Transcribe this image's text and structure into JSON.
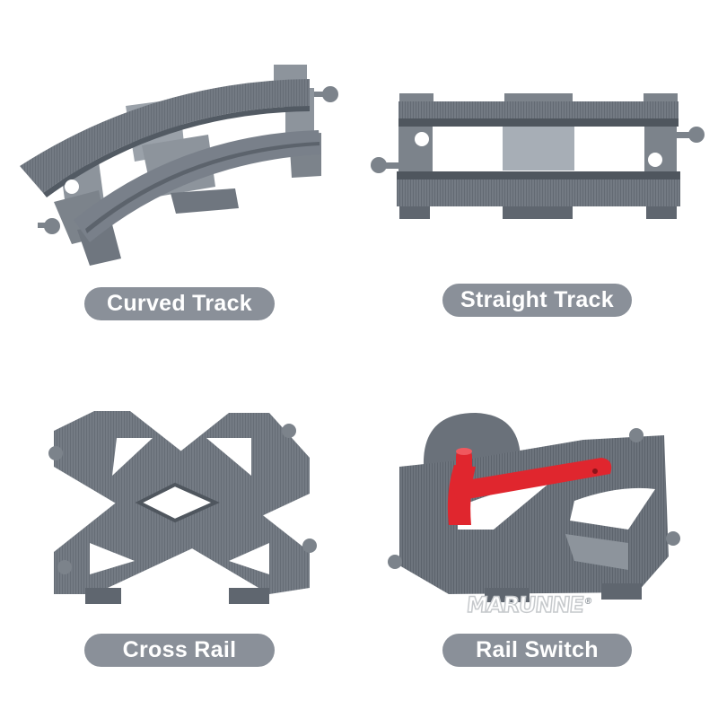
{
  "products": [
    {
      "id": "curved",
      "label": "Curved Track",
      "icon": "curved-track-piece"
    },
    {
      "id": "straight",
      "label": "Straight Track",
      "icon": "straight-track-piece"
    },
    {
      "id": "cross",
      "label": "Cross Rail",
      "icon": "cross-rail-piece"
    },
    {
      "id": "switch",
      "label": "Rail Switch",
      "icon": "rail-switch-piece"
    }
  ],
  "brand": {
    "name": "MARUNNE",
    "mark": "®"
  },
  "colors": {
    "track_gray": "#6f767f",
    "track_dark": "#4f565e",
    "track_light": "#9aa1a9",
    "label_bg": "#8a9099",
    "lever_red": "#e0262e"
  }
}
